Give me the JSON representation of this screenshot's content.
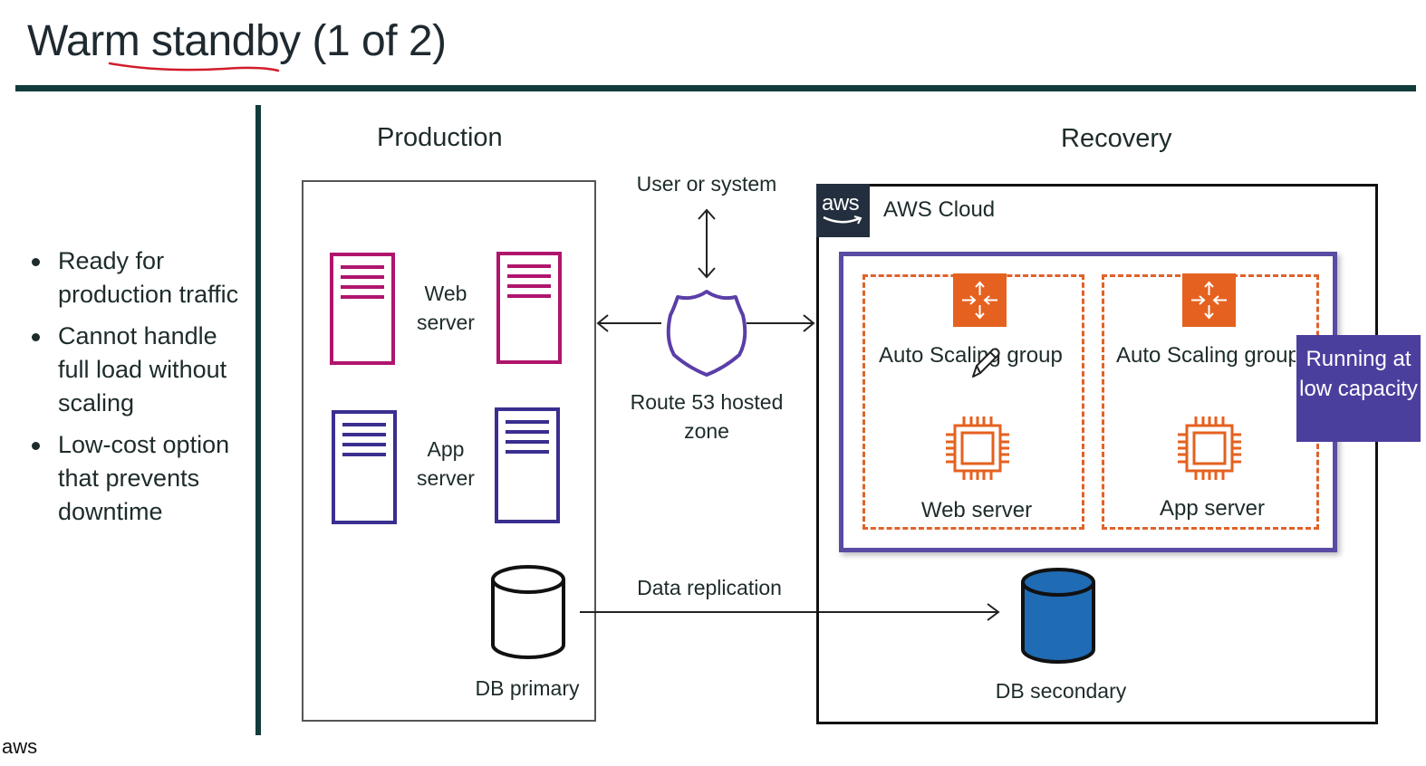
{
  "slide": {
    "title": "Warm standby (1 of 2)"
  },
  "bullets": [
    "Ready for production traffic",
    "Cannot handle full load without scaling",
    "Low-cost option that prevents downtime"
  ],
  "production": {
    "heading": "Production",
    "web_server_label": "Web server",
    "app_server_label": "App server",
    "db_label": "DB primary"
  },
  "routing": {
    "user_label": "User or system",
    "route53_label": "Route 53 hosted zone",
    "replication_label": "Data replication"
  },
  "recovery": {
    "heading": "Recovery",
    "cloud_label": "AWS Cloud",
    "aws_badge": "aws",
    "asg_left_label": "Auto Scaling group",
    "asg_right_label": "Auto Scaling group",
    "web_server_label": "Web server",
    "app_server_label": "App server",
    "db_label": "DB secondary",
    "callout": "Running at low capacity"
  },
  "footer": {
    "logo": "aws"
  },
  "colors": {
    "dark_teal": "#123c3c",
    "web_server": "#b0156e",
    "app_server": "#3a2e8f",
    "asg_orange": "#e5611f",
    "route53_purple": "#5b3ea8",
    "callout_purple": "#4b3f9e",
    "db_secondary_blue": "#1f6bb4"
  },
  "icons": {
    "production_servers": "server-icon",
    "route53": "shield-icon",
    "auto_scaling": "auto-scaling-icon",
    "ec2": "chip-icon",
    "database": "database-icon"
  }
}
